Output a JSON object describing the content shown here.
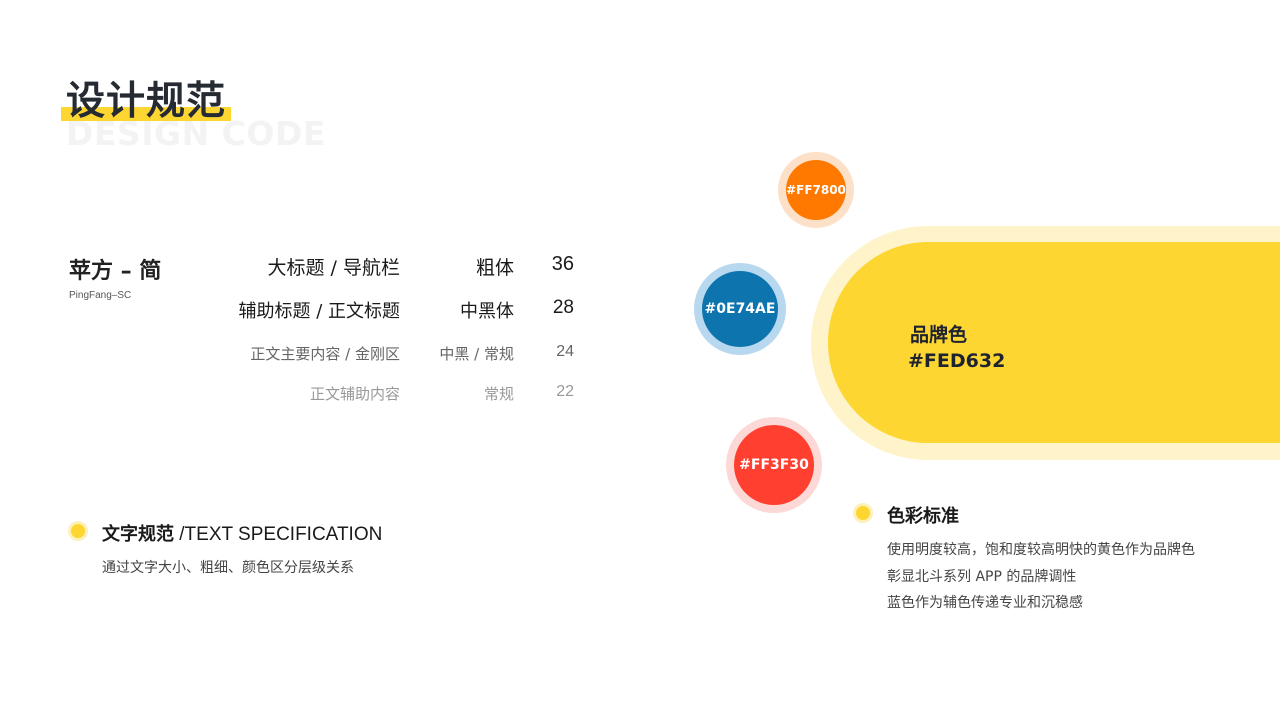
{
  "header": {
    "title": "设计规范",
    "subtitle": "DESIGN CODE",
    "accent_color": "#FED632"
  },
  "typography": {
    "font_name": "苹方 – 简",
    "font_sub": "PingFang–SC",
    "rows": [
      {
        "usage": "大标题 / 导航栏",
        "weight": "粗体",
        "size": "36"
      },
      {
        "usage": "辅助标题 / 正文标题",
        "weight": "中黑体",
        "size": "28"
      },
      {
        "usage": "正文主要内容 / 金刚区",
        "weight": "中黑 / 常规",
        "size": "24"
      },
      {
        "usage": "正文辅助内容",
        "weight": "常规",
        "size": "22"
      }
    ],
    "section": {
      "title_cn": "文字规范",
      "title_en": " /TEXT SPECIFICATION",
      "description": "通过文字大小、粗细、颜色区分层级关系"
    }
  },
  "colors": {
    "brand": {
      "label": "品牌色",
      "hex": "#FED632",
      "display": "#FED632"
    },
    "swatches": [
      {
        "name": "orange",
        "hex": "#FF7800",
        "display": "#FF7800",
        "ring": "#fde0c8"
      },
      {
        "name": "blue",
        "hex": "#0E74AE",
        "display": "#0E74AE",
        "ring": "#b8d8f0"
      },
      {
        "name": "red",
        "hex": "#FF3F30",
        "display": "#FF3F30",
        "ring": "#fcd9d6"
      }
    ],
    "section": {
      "title": "色彩标准",
      "lines": [
        "使用明度较高，饱和度较高明快的黄色作为品牌色",
        "彰显北斗系列 APP 的品牌调性",
        "蓝色作为辅色传递专业和沉稳感"
      ]
    }
  }
}
